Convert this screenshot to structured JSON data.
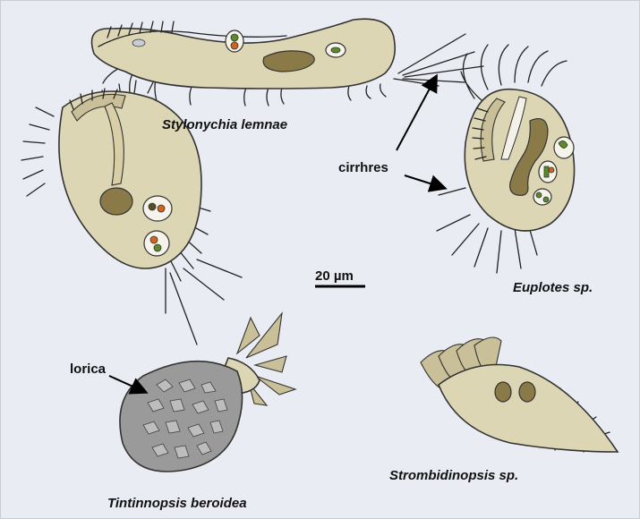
{
  "labels": {
    "stylonychia": "Stylonychia lemnae",
    "euplotes": "Euplotes sp.",
    "tintinnopsis": "Tintinnopsis beroidea",
    "strombidinopsis": "Strombidinopsis sp.",
    "cirrhres": "cirrhres",
    "lorica": "lorica",
    "scale": "20 µm"
  },
  "colors": {
    "background": "#e9ecf2",
    "cytoplasm": "#ddd6b4",
    "nucleus": "#8a7a48",
    "food_vacuole_fill": "#f5f3ea",
    "green_particle": "#5a8a2a",
    "orange_particle": "#d0651c",
    "lorica_fill": "#9a9a9a"
  },
  "icons": {
    "arrow": "arrow-icon"
  }
}
